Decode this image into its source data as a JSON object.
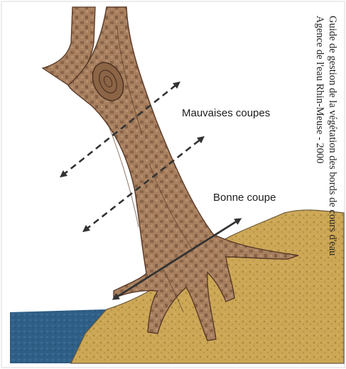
{
  "labels": {
    "bad_cuts": "Mauvaises coupes",
    "good_cut": "Bonne coupe"
  },
  "credit": {
    "line1": "Guide de gestion de la végétation des bords de cours d'eau",
    "line2": "Agence de l'eau Rhin-Meuse - 2000"
  },
  "colors": {
    "trunk": "#a27a5c",
    "trunk_dark": "#6a4632",
    "bank": "#c9a24c",
    "water": "#2f5f86",
    "arrow": "#333333"
  }
}
